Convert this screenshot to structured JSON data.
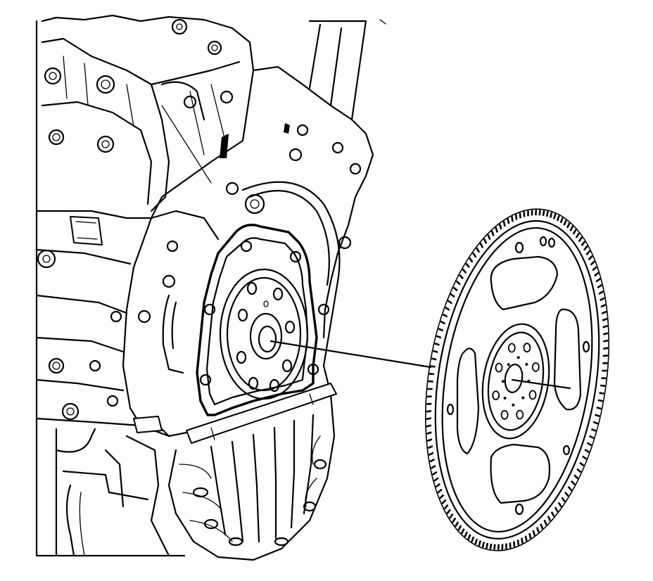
{
  "diagram": {
    "style": "black-and-white line art",
    "stroke_color": "#000000",
    "background_color": "#ffffff",
    "components": [
      {
        "id": "engine-block",
        "icon": "engine-block-drawing"
      },
      {
        "id": "crankshaft-flange",
        "icon": "crankshaft-flange-drawing"
      },
      {
        "id": "flywheel",
        "icon": "flexplate-flywheel-drawing"
      },
      {
        "id": "alignment-leader-line",
        "icon": "leader-line"
      }
    ],
    "flywheel_teeth": 140,
    "flywheel_bolt_holes": 8,
    "crank_flange_bolt_holes": 8
  }
}
